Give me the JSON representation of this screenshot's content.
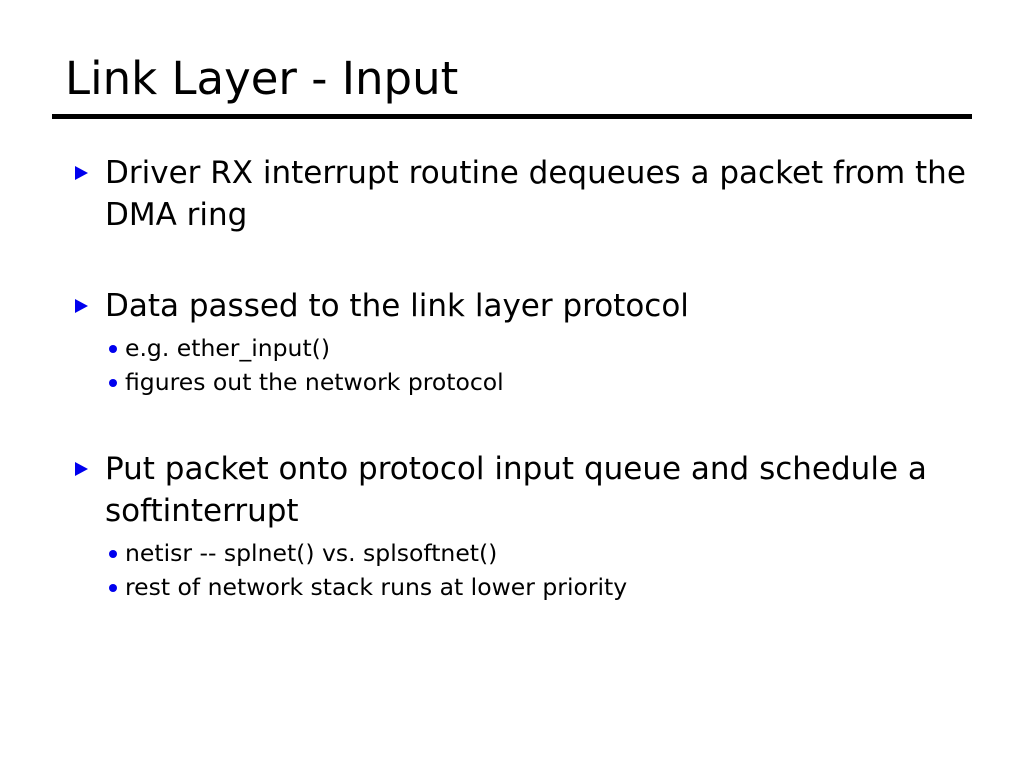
{
  "slide": {
    "title": "Link Layer - Input",
    "theme": {
      "background": "#ffffff",
      "text_color": "#000000",
      "bullet_color": "#0000ee",
      "rule_color": "#000000"
    },
    "bullets": [
      {
        "level": 1,
        "marker": "triangle-right",
        "text": "Driver RX interrupt routine dequeues a packet from the DMA ring"
      },
      {
        "level": 1,
        "marker": "triangle-right",
        "text": "Data passed to the link layer protocol"
      },
      {
        "level": 2,
        "marker": "disc",
        "text": "e.g. ether_input()"
      },
      {
        "level": 2,
        "marker": "disc",
        "text": "figures out the network protocol"
      },
      {
        "level": 1,
        "marker": "triangle-right",
        "text": "Put packet onto protocol input queue and schedule a softinterrupt"
      },
      {
        "level": 2,
        "marker": "disc",
        "text": "netisr -- splnet() vs. splsoftnet()"
      },
      {
        "level": 2,
        "marker": "disc",
        "text": "rest of network stack runs at lower priority"
      }
    ]
  }
}
